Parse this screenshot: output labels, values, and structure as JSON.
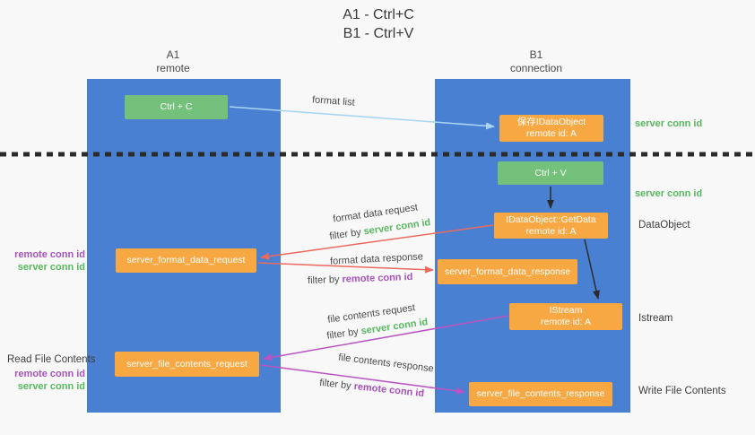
{
  "title": {
    "line1": "A1 - Ctrl+C",
    "line2": "B1 - Ctrl+V"
  },
  "lanes": {
    "left": {
      "id": "A1",
      "name": "remote"
    },
    "right": {
      "id": "B1",
      "name": "connection"
    }
  },
  "nodes": {
    "ctrl_c": {
      "label": "Ctrl + C"
    },
    "save_idataobject": {
      "line1": "保存IDataObject",
      "line2": "remote id: A"
    },
    "ctrl_v": {
      "label": "Ctrl + V"
    },
    "getdata": {
      "line1": "IDataObject::GetData",
      "line2": "remote id: A"
    },
    "format_request": {
      "label": "server_format_data_request"
    },
    "format_response": {
      "label": "server_format_data_response"
    },
    "istream": {
      "line1": "IStream",
      "line2": "remote id: A"
    },
    "file_request": {
      "label": "server_file_contents_request"
    },
    "file_response": {
      "label": "server_file_contents_response"
    }
  },
  "flow_labels": {
    "format_list": "format list",
    "format_data_request": "format data request",
    "format_data_response": "format data response",
    "file_contents_request": "file contents request",
    "file_contents_response": "file contents response",
    "filter_by": "filter by"
  },
  "side_labels": {
    "server_conn_id": "server conn id",
    "remote_conn_id": "remote conn id",
    "dataobject": "DataObject",
    "istream": "Istream",
    "read_file_contents": "Read File Contents",
    "write_file_contents": "Write File Contents"
  },
  "colors": {
    "lane_blue": "#4a80d2",
    "box_green": "#74c17b",
    "box_orange": "#f8a843",
    "arrow_light_blue": "#a9d5f5",
    "arrow_red": "#e96a5f",
    "arrow_magenta": "#ba53c3",
    "arrow_black": "#2b2b2b",
    "text_green": "#57b85f",
    "text_purple": "#a653bc",
    "text_dark": "#3d3d3d",
    "background": "#f8f8f8"
  }
}
